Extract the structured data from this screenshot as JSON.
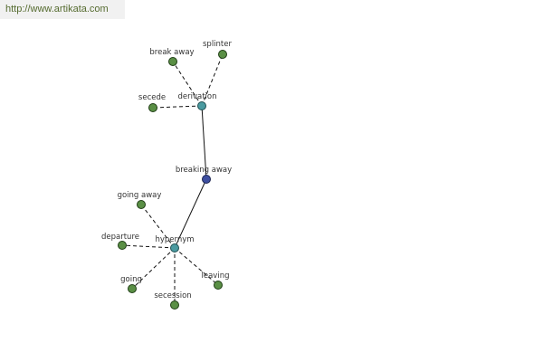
{
  "watermark": {
    "url": "http://www.artikata.com"
  },
  "colors": {
    "leaf": "#5a8f45",
    "hub": "#4a9aa0",
    "center": "#3e4fa0",
    "edge": "#111111"
  },
  "graph": {
    "center": {
      "label": "breaking away"
    },
    "hubs": [
      {
        "label": "derivation"
      },
      {
        "label": "hypernym"
      }
    ],
    "leaves": [
      {
        "label": "break away"
      },
      {
        "label": "splinter"
      },
      {
        "label": "secede"
      },
      {
        "label": "going away"
      },
      {
        "label": "departure"
      },
      {
        "label": "going"
      },
      {
        "label": "secession"
      },
      {
        "label": "leaving"
      }
    ]
  }
}
